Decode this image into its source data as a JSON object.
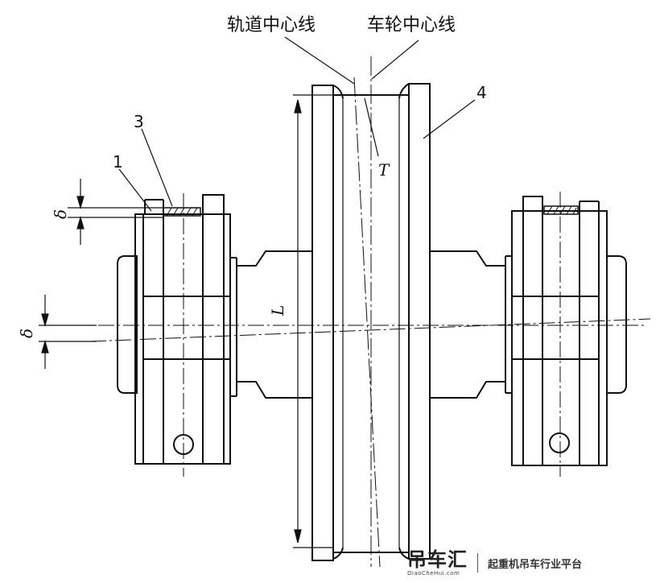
{
  "labels": {
    "track_center": "轨道中心线",
    "wheel_center": "车轮中心线",
    "part_1": "1",
    "part_3": "3",
    "part_4": "4",
    "symbol_T": "T",
    "symbol_L": "L",
    "delta_top": "δ",
    "delta_mid": "δ"
  },
  "watermark": {
    "brand": "吊车汇",
    "domain": "DiaoCheHui.com",
    "tagline": "起重机吊车行业平台"
  }
}
